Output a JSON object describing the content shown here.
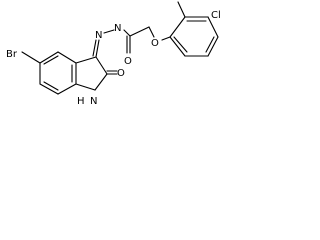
{
  "structure": {
    "atoms": {
      "br": "Br",
      "nh_h": "H",
      "nh_n": "N",
      "ring_o": "O",
      "imine_n": "N",
      "hydrazide_n": "N",
      "carbonyl_o": "O",
      "ether_o": "O",
      "cl": "Cl"
    },
    "colors": {
      "bond": "#000000",
      "label": "#000000",
      "background": "#ffffff"
    }
  }
}
